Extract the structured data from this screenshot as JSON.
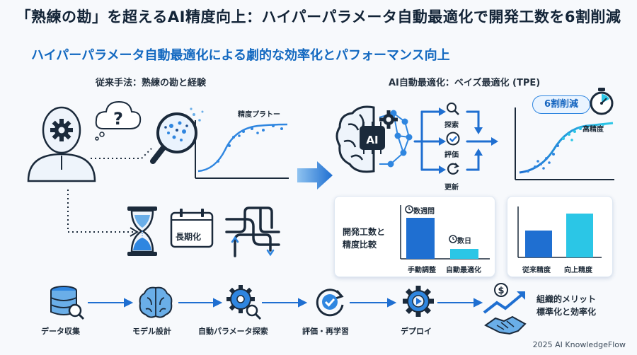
{
  "title": "「熟練の勘」を超えるAI精度向上：ハイパーパラメータ自動最適化で開発工数を6割削減",
  "subtitle": "ハイパーパラメータ自動最適化による劇的な効率化とパフォーマンス向上",
  "left_section": {
    "heading": "従来手法：熟練の勘と経験",
    "plateau_label": "精度プラトー",
    "long_term_label": "長期化"
  },
  "right_section": {
    "heading": "AI自動最適化：ベイズ最適化 (TPE)",
    "ai_label": "AI",
    "steps": [
      "探索",
      "評価",
      "更新"
    ],
    "reduction_badge": "6割削減",
    "high_accuracy_label": "高精度"
  },
  "cost_card": {
    "title_line1": "開発工数と",
    "title_line2": "精度比較",
    "bar1_tag": "数週間",
    "bar2_tag": "数日",
    "bar1_label": "手動調整",
    "bar2_label": "自動最適化"
  },
  "accuracy_card": {
    "bar1_label": "従来精度",
    "bar2_label": "向上精度"
  },
  "pipeline": {
    "steps": [
      "データ収集",
      "モデル設計",
      "自動パラメータ探索",
      "評価・再学習",
      "デプロイ"
    ],
    "benefit_line1": "組織的メリット",
    "benefit_line2": "標準化と効率化"
  },
  "footer": "2025 AI KnowledgeFlow",
  "colors": {
    "primary": "#1f6fd1",
    "accent": "#2bc6e6",
    "dark": "#1b2a3b",
    "light": "#eaf3fd"
  },
  "icons": [
    "person-icon",
    "gear-icon",
    "question-cloud-icon",
    "magnifier-icon",
    "hourglass-icon",
    "calendar-icon",
    "tangled-path-icon",
    "brain-icon",
    "search-icon",
    "check-icon",
    "refresh-icon",
    "stopwatch-icon",
    "database-icon",
    "brain-icon",
    "gear-search-icon",
    "cycle-check-icon",
    "deploy-gear-icon",
    "growth-handshake-icon"
  ]
}
